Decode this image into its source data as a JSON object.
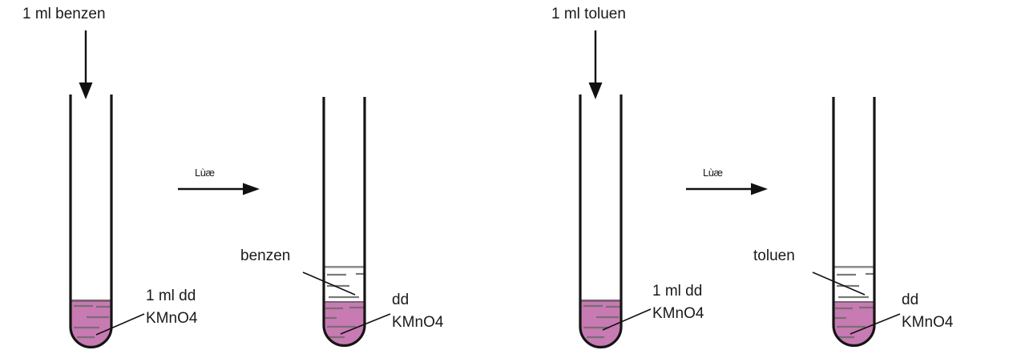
{
  "diagram": {
    "title_left": "1 ml benzen",
    "title_right": "1 ml toluen",
    "condition_left": "Lùæ",
    "condition_right": "Lùæ",
    "colors": {
      "permanganate": "#c87ab2",
      "permanganate_dark": "#8c6a80",
      "glass_stroke": "#151515",
      "text": "#1a1a1a",
      "tick": "#6b6b6b"
    }
  },
  "panels": [
    {
      "id": "benzen",
      "reagent_label": "1 ml benzen",
      "condition_label": "Lùæ",
      "before": {
        "solution_label_line1": "1 ml dd",
        "solution_label_line2": "KMnO",
        "solution_label_sub": "4"
      },
      "after": {
        "organic_label": "benzen",
        "solution_label_line1": "dd",
        "solution_label_line2": "KMnO",
        "solution_label_sub": "4"
      }
    },
    {
      "id": "toluen",
      "reagent_label": "1 ml toluen",
      "condition_label": "Lùæ",
      "before": {
        "solution_label_line1": "1 ml dd",
        "solution_label_line2": "KMnO",
        "solution_label_sub": "4"
      },
      "after": {
        "organic_label": "toluen",
        "solution_label_line1": "dd",
        "solution_label_line2": "KMnO",
        "solution_label_sub": "4"
      }
    }
  ]
}
